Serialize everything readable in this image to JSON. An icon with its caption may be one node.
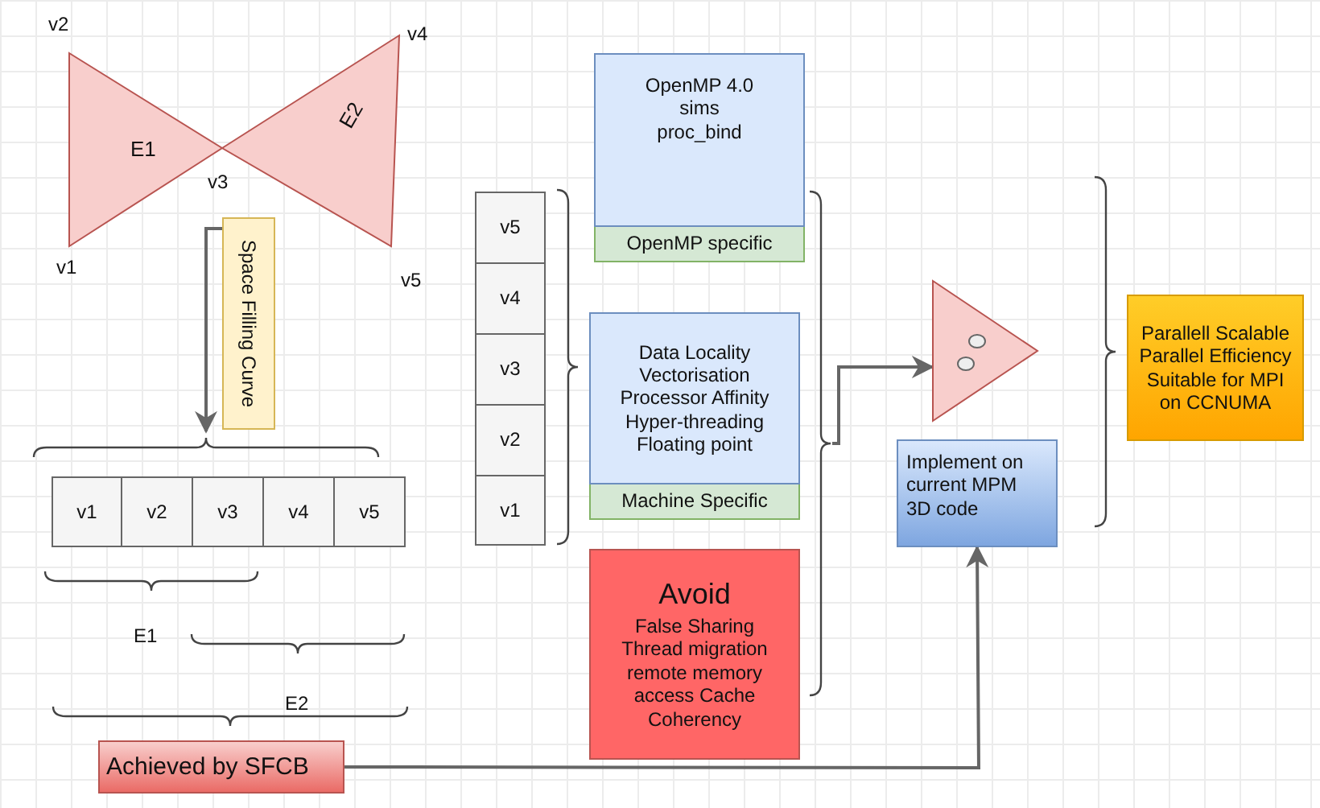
{
  "diagram": {
    "nodes": [
      {
        "text": [
          "E1"
        ]
      },
      {
        "text": [
          "E2"
        ]
      },
      {
        "text": [
          "Space Filling Curve"
        ]
      },
      {
        "text": [
          "v1"
        ]
      },
      {
        "text": [
          "v2"
        ]
      },
      {
        "text": [
          "v3"
        ]
      },
      {
        "text": [
          "v4"
        ]
      },
      {
        "text": [
          "v5"
        ]
      },
      {
        "text": [
          "v5"
        ]
      },
      {
        "text": [
          "v4"
        ]
      },
      {
        "text": [
          "v3"
        ]
      },
      {
        "text": [
          "v2"
        ]
      },
      {
        "text": [
          "v1"
        ]
      },
      {
        "text": [
          "OpenMP 4.0 sims proc_bind",
          "OpenMP specific"
        ]
      },
      {
        "text": [
          "Data Locality Vectorisation Processor Affinity Hyper-threading Floating point",
          "Machine Specific"
        ]
      },
      {
        "text": [
          "Avoid",
          "False Sharing Thread migration remote memory access Cache Coherency"
        ]
      },
      {
        "text": [],
        "shape": "triangle"
      },
      {
        "text": [
          "Implement on current MPM 3D code"
        ]
      },
      {
        "text": [
          "Parallell Scalable Parallel Efficiency Suitable for MPI on CCNUMA"
        ]
      },
      {
        "text": [
          "Achieved by SFCB"
        ]
      },
      {
        "text": [],
        "shape": "brace"
      },
      {
        "text": [],
        "shape": "brace"
      }
    ],
    "edges": [
      {
        "from": 2,
        "to": 20,
        "arrow": "to"
      },
      {
        "from": 21,
        "to": 16,
        "arrow": "to"
      },
      {
        "from": 19,
        "to": 17,
        "arrow": "to"
      }
    ],
    "labels": [
      "v2",
      "v4",
      "v3",
      "v1",
      "v5",
      "E1",
      "E2"
    ]
  }
}
